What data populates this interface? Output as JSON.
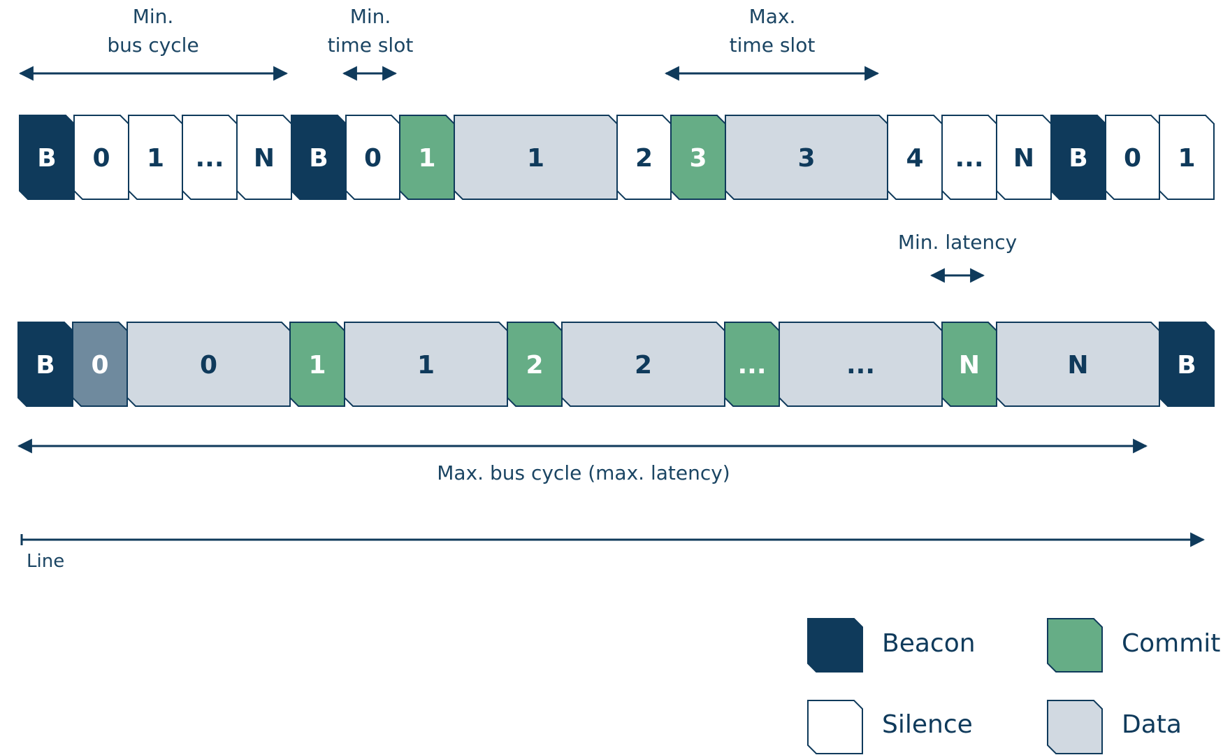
{
  "colors": {
    "beacon": "#0f3a5b",
    "commit": "#66ad86",
    "silence": "#ffffff",
    "data": "#d1d9e1",
    "data_dark": "#6f8a9e",
    "stroke": "#0f3a5b",
    "text_dark": "#0f3a5b",
    "text_light": "#ffffff",
    "annotation": "#1b4563"
  },
  "annotations": {
    "min_bus_cycle": {
      "line1": "Min.",
      "line2": "bus cycle"
    },
    "min_time_slot": {
      "line1": "Min.",
      "line2": "time slot"
    },
    "max_time_slot": {
      "line1": "Max.",
      "line2": "time slot"
    },
    "min_latency": "Min. latency",
    "max_bus_cycle": "Max. bus cycle (max. latency)",
    "line": "Line"
  },
  "row1_slots": [
    {
      "type": "beacon",
      "label": "B"
    },
    {
      "type": "silence",
      "label": "0"
    },
    {
      "type": "silence",
      "label": "1"
    },
    {
      "type": "silence",
      "label": "..."
    },
    {
      "type": "silence",
      "label": "N"
    },
    {
      "type": "beacon",
      "label": "B"
    },
    {
      "type": "silence",
      "label": "0"
    },
    {
      "type": "commit",
      "label": "1"
    },
    {
      "type": "data",
      "label": "1"
    },
    {
      "type": "silence",
      "label": "2"
    },
    {
      "type": "commit",
      "label": "3"
    },
    {
      "type": "data",
      "label": "3"
    },
    {
      "type": "silence",
      "label": "4"
    },
    {
      "type": "silence",
      "label": "..."
    },
    {
      "type": "silence",
      "label": "N"
    },
    {
      "type": "beacon",
      "label": "B"
    },
    {
      "type": "silence",
      "label": "0"
    },
    {
      "type": "silence",
      "label": "1"
    }
  ],
  "row2_slots": [
    {
      "type": "beacon",
      "label": "B"
    },
    {
      "type": "data_dark",
      "label": "0"
    },
    {
      "type": "data",
      "label": "0"
    },
    {
      "type": "commit",
      "label": "1"
    },
    {
      "type": "data",
      "label": "1"
    },
    {
      "type": "commit",
      "label": "2"
    },
    {
      "type": "data",
      "label": "2"
    },
    {
      "type": "commit",
      "label": "..."
    },
    {
      "type": "data",
      "label": "..."
    },
    {
      "type": "commit",
      "label": "N"
    },
    {
      "type": "data",
      "label": "N"
    },
    {
      "type": "beacon",
      "label": "B"
    }
  ],
  "legend": [
    {
      "type": "beacon",
      "label": "Beacon"
    },
    {
      "type": "commit",
      "label": "Commit"
    },
    {
      "type": "silence",
      "label": "Silence"
    },
    {
      "type": "data",
      "label": "Data"
    }
  ]
}
